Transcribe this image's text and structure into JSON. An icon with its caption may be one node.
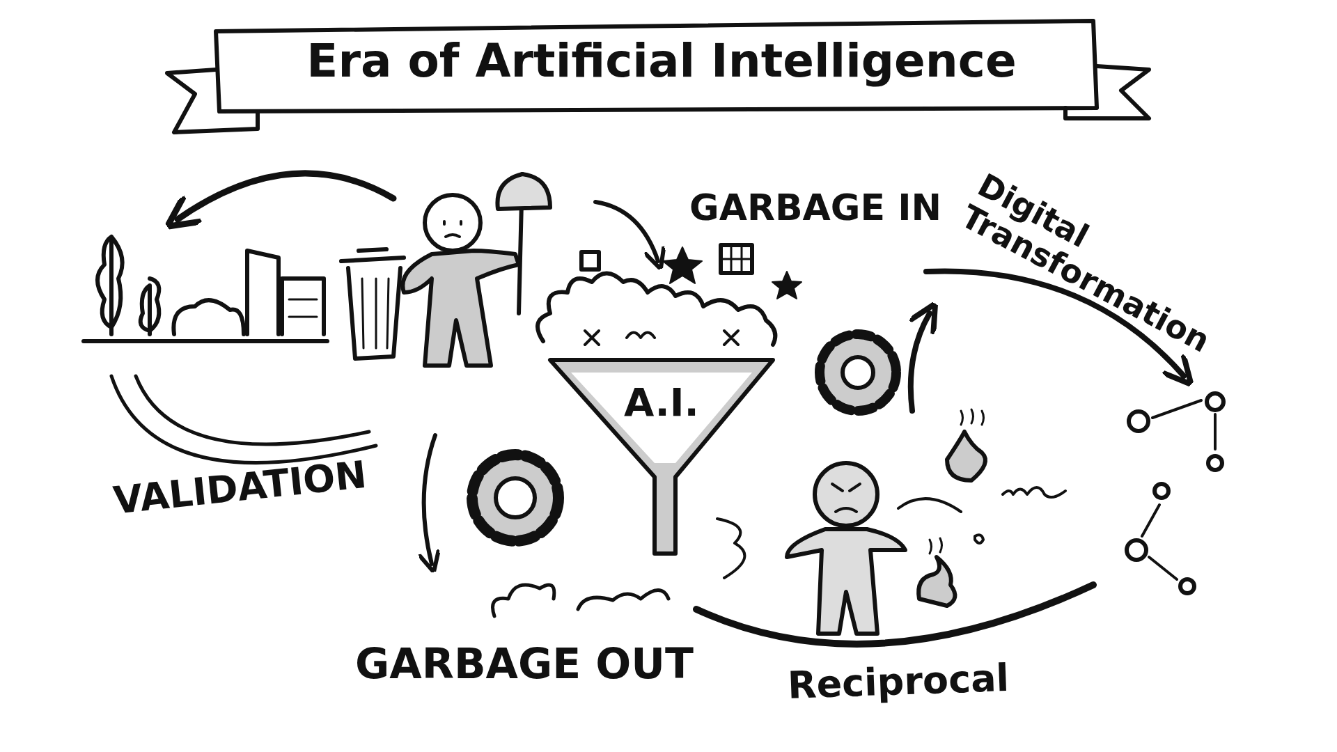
{
  "diagram": {
    "title": "Era of Artificial Intelligence",
    "nodes": [
      {
        "text": [
          "A.I."
        ]
      }
    ],
    "labels": [
      "GARBAGE IN",
      "Digital Transformation",
      "VALIDATION",
      "GARBAGE OUT",
      "Reciprocal"
    ]
  }
}
